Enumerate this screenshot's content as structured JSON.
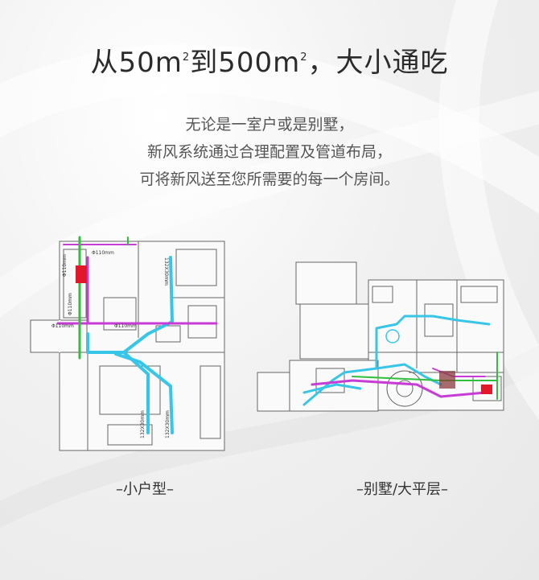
{
  "header": {
    "title_main": "从50m",
    "title_sup1": "2",
    "title_mid": "到500m",
    "title_sup2": "2",
    "title_tail": "，大小通吃"
  },
  "description": {
    "lines": [
      "无论是一室户或是别墅，",
      "新风系统通过合理配置及管道布局，",
      "可将新风送至您所需要的每一个房间。"
    ]
  },
  "plans": {
    "small": {
      "caption": "–小户型–",
      "labels": [
        "Φ110mm",
        "Φ110mm",
        "Φ110mm",
        "Φ110mm",
        "Φ110mm",
        "132X30mm",
        "132X30mm",
        "132X30mm"
      ]
    },
    "villa": {
      "caption": "–别墅/大平层–"
    }
  },
  "colors": {
    "duct_blue": "#38c6e8",
    "duct_magenta": "#c83cd6",
    "pipe_green": "#2fbf3a",
    "unit_red": "#e0182a"
  }
}
